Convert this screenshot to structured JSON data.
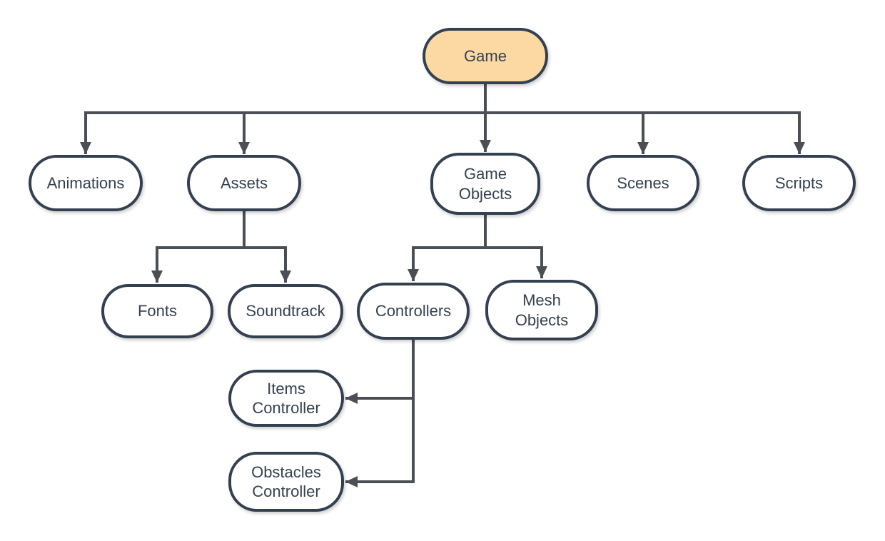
{
  "diagram": {
    "type": "tree-flowchart",
    "colors": {
      "node_border": "#344050",
      "node_fill": "#FFFFFF",
      "root_fill": "#FCD9A3",
      "text": "#36414F",
      "connector": "#4A4E55",
      "background": "#FFFFFF"
    },
    "nodes": [
      {
        "id": "game",
        "label": "Game",
        "fill": "#FCD9A3"
      },
      {
        "id": "animations",
        "label": "Animations",
        "fill": "#FFFFFF"
      },
      {
        "id": "assets",
        "label": "Assets",
        "fill": "#FFFFFF"
      },
      {
        "id": "game-objects",
        "label": "Game\nObjects",
        "fill": "#FFFFFF"
      },
      {
        "id": "scenes",
        "label": "Scenes",
        "fill": "#FFFFFF"
      },
      {
        "id": "scripts",
        "label": "Scripts",
        "fill": "#FFFFFF"
      },
      {
        "id": "fonts",
        "label": "Fonts",
        "fill": "#FFFFFF"
      },
      {
        "id": "soundtrack",
        "label": "Soundtrack",
        "fill": "#FFFFFF"
      },
      {
        "id": "controllers",
        "label": "Controllers",
        "fill": "#FFFFFF"
      },
      {
        "id": "mesh-objects",
        "label": "Mesh\nObjects",
        "fill": "#FFFFFF"
      },
      {
        "id": "items-controller",
        "label": "Items\nController",
        "fill": "#FFFFFF"
      },
      {
        "id": "obstacles-controller",
        "label": "Obstacles\nController",
        "fill": "#FFFFFF"
      }
    ],
    "edges": [
      {
        "from": "game",
        "to": "animations"
      },
      {
        "from": "game",
        "to": "assets"
      },
      {
        "from": "game",
        "to": "game-objects"
      },
      {
        "from": "game",
        "to": "scenes"
      },
      {
        "from": "game",
        "to": "scripts"
      },
      {
        "from": "assets",
        "to": "fonts"
      },
      {
        "from": "assets",
        "to": "soundtrack"
      },
      {
        "from": "game-objects",
        "to": "controllers"
      },
      {
        "from": "game-objects",
        "to": "mesh-objects"
      },
      {
        "from": "controllers",
        "to": "items-controller"
      },
      {
        "from": "controllers",
        "to": "obstacles-controller"
      }
    ]
  }
}
